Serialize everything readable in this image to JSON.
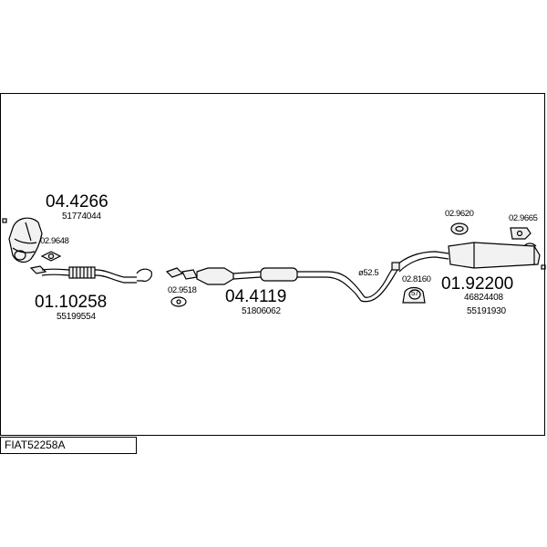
{
  "footer": {
    "code": "FIAT52258A"
  },
  "parts": {
    "front_pipe": {
      "number": "01.10258",
      "oe": "55199554"
    },
    "catalyst": {
      "number": "04.4266",
      "oe": "51774044"
    },
    "gasket_front": {
      "number": "02.9648"
    },
    "gasket_mid": {
      "number": "02.9518"
    },
    "center_cat": {
      "number": "04.4119",
      "oe": "51806062"
    },
    "diameter": {
      "value": "52.5"
    },
    "clamp": {
      "number": "02.8160",
      "size": "57"
    },
    "hanger_a": {
      "number": "02.9620"
    },
    "hanger_b": {
      "number": "02.9665"
    },
    "rear_silencer": {
      "number": "01.92200",
      "oe1": "46824408",
      "oe2": "55191930"
    }
  }
}
